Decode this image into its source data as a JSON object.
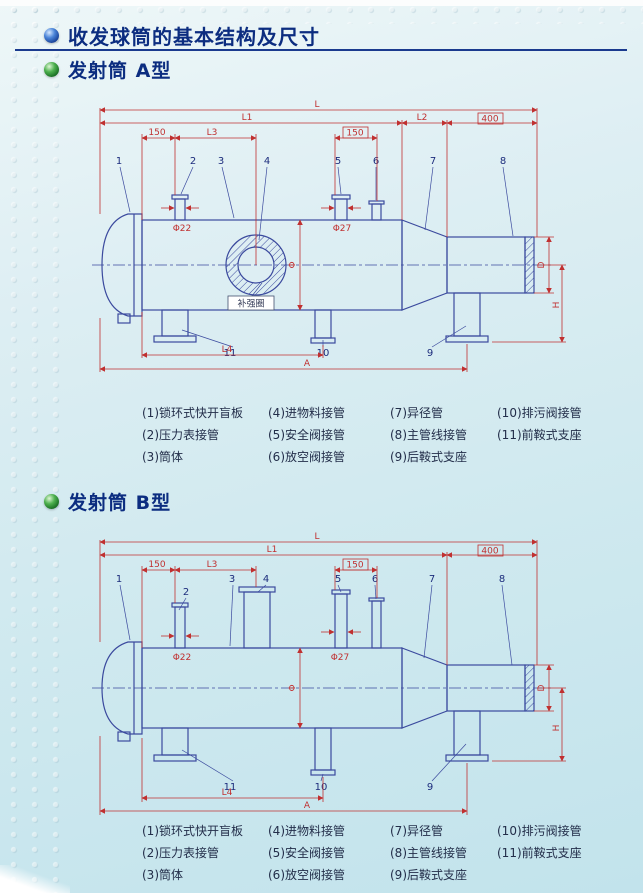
{
  "page": {
    "main_title": "收发球筒的基本结构及尺寸",
    "section_a_title": "发射筒  A型",
    "section_b_title": "发射筒  B型"
  },
  "legend": {
    "columns": [
      [
        "(1)锁环式快开盲板",
        "(2)压力表接管",
        "(3)筒体"
      ],
      [
        "(4)进物料接管",
        "(5)安全阀接管",
        "(6)放空阀接管"
      ],
      [
        "(7)异径管",
        "(8)主管线接管",
        "(9)后鞍式支座"
      ],
      [
        "(10)排污阀接管",
        "(11)前鞍式支座"
      ]
    ]
  },
  "drawing_a": {
    "dims": {
      "L": "L",
      "L1": "L1",
      "L2": "L2",
      "n400": "400",
      "n150_left": "150",
      "L3": "L3",
      "n150_right": "150",
      "phi22": "Φ22",
      "phi27": "Φ27",
      "phi": "Φ",
      "D": "D",
      "H": "H",
      "L4": "L4",
      "A": "A"
    },
    "reinforce_label": "补强圈",
    "callouts": [
      "1",
      "2",
      "3",
      "4",
      "5",
      "6",
      "7",
      "8",
      "9",
      "10",
      "11"
    ]
  },
  "drawing_b": {
    "dims": {
      "L": "L",
      "L1": "L1",
      "n400": "400",
      "n150_left": "150",
      "L3": "L3",
      "n150_right": "150",
      "phi22": "Φ22",
      "phi27": "Φ27",
      "phi": "Φ",
      "D": "D",
      "H": "H",
      "L4": "L4",
      "A": "A"
    },
    "callouts": [
      "1",
      "2",
      "3",
      "4",
      "5",
      "6",
      "7",
      "8",
      "9",
      "10",
      "11"
    ]
  }
}
